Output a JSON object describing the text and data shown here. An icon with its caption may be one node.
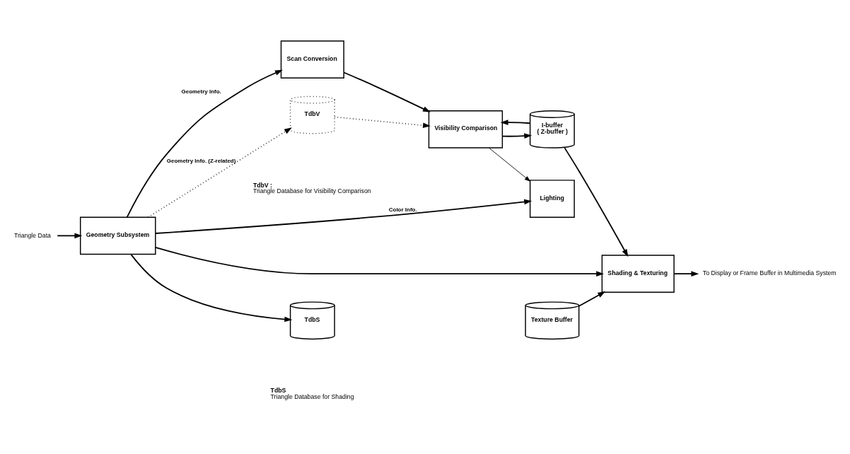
{
  "diagram": {
    "nodes": [
      {
        "text": [
          "Triangle Data"
        ]
      },
      {
        "text": [
          "Geometry Subsystem"
        ]
      },
      {
        "text": [
          "Scan Conversion"
        ]
      },
      {
        "text": [
          "TdbV"
        ],
        "beside": [
          "TdbV :",
          "Triangle Database for Visibility Comparison"
        ]
      },
      {
        "text": [
          "Visibility Comparison"
        ]
      },
      {
        "text": [
          "I-buffer",
          "( Z-buffer )"
        ]
      },
      {
        "text": [
          "Shading & Texturing"
        ]
      },
      {
        "text": [
          "To Display or Frame Buffer in Multimedia System"
        ]
      },
      {
        "text": [
          "Lighting"
        ]
      },
      {
        "text": [
          "TdbS"
        ],
        "beside": [
          "TdbS",
          "Triangle Database for Shading"
        ]
      },
      {
        "text": [
          "Texture Buffer"
        ]
      }
    ],
    "edges": [
      {
        "from": 0,
        "to": 1,
        "arrow": "to"
      },
      {
        "from": 1,
        "to": 3,
        "arrow": "to",
        "label": "Geometry Info. (Z-related)",
        "style": "dashed"
      },
      {
        "from": 1,
        "to": 2,
        "arrow": "to",
        "label": "Geometry Info."
      },
      {
        "from": 1,
        "to": 8,
        "arrow": "to",
        "label": "Color Info."
      },
      {
        "from": 1,
        "to": 9,
        "arrow": "to"
      },
      {
        "from": 1,
        "to": 6,
        "arrow": "to"
      },
      {
        "from": 3,
        "to": 4,
        "arrow": "to",
        "style": "dashed"
      },
      {
        "from": 2,
        "to": 4,
        "arrow": "to"
      },
      {
        "from": 4,
        "to": 5,
        "arrow": "to"
      },
      {
        "from": 5,
        "to": 4,
        "arrow": "to"
      },
      {
        "from": 5,
        "to": 6,
        "arrow": "to"
      },
      {
        "from": 6,
        "to": 7,
        "arrow": "to"
      },
      {
        "from": 4,
        "to": 8,
        "arrow": "to"
      },
      {
        "from": 10,
        "to": 6,
        "arrow": "to"
      }
    ]
  }
}
